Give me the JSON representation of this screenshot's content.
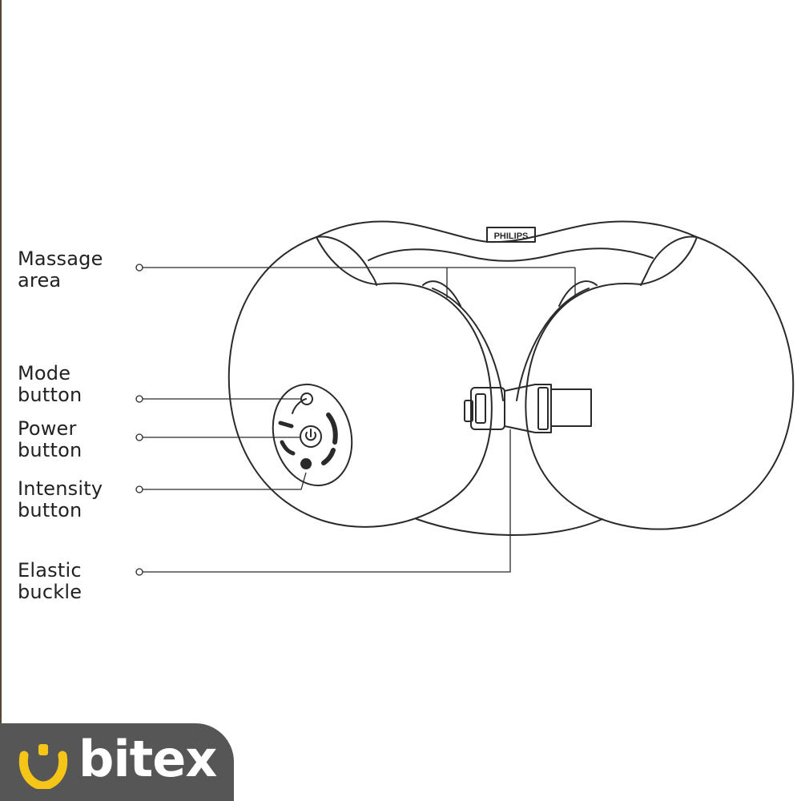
{
  "labels": {
    "massage_area": "Massage\narea",
    "mode_button": "Mode\nbutton",
    "power_button": "Power\nbutton",
    "intensity_button": "Intensity\nbutton",
    "elastic_buckle": "Elastic\nbuckle"
  },
  "product": {
    "brand_tag": "PHILIPS"
  },
  "watermark": {
    "text": "bitex",
    "accent_color": "#f5c518",
    "bar_color": "#565656"
  },
  "colors": {
    "line": "#2a2a2a",
    "background": "#ffffff"
  }
}
